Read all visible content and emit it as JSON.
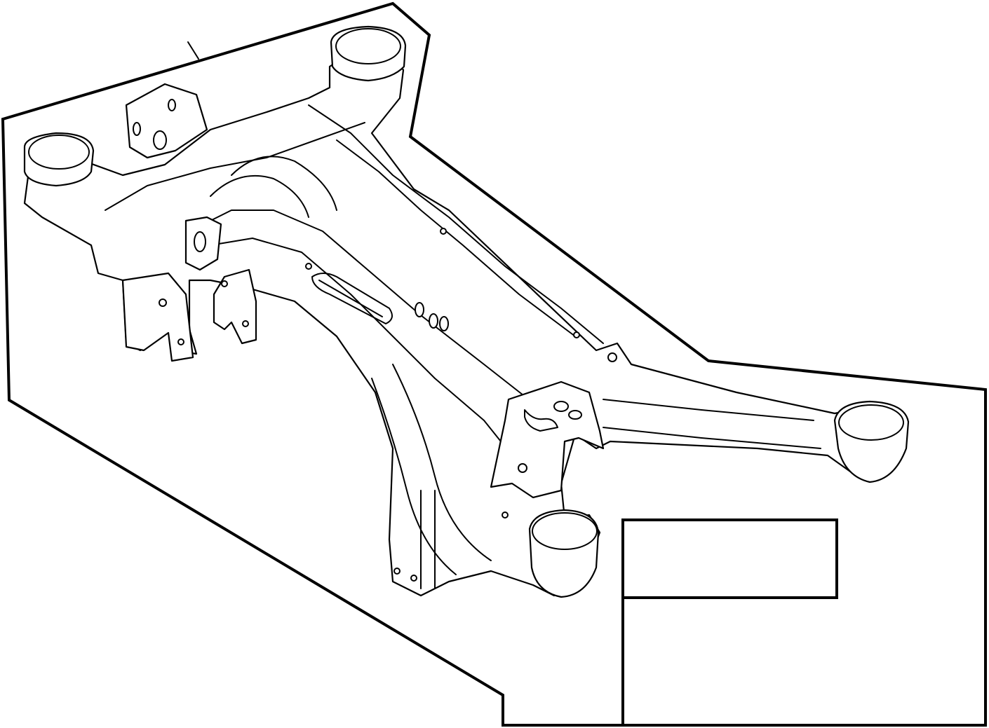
{
  "diagram": {
    "components": [
      {
        "name": "frame-outline"
      },
      {
        "name": "leader-line"
      },
      {
        "name": "subframe-body"
      },
      {
        "name": "front-left-bushing"
      },
      {
        "name": "rear-left-bushing"
      },
      {
        "name": "front-right-bushing"
      },
      {
        "name": "rear-right-bushing"
      },
      {
        "name": "left-mount-bracket"
      },
      {
        "name": "right-mount-bracket"
      }
    ]
  },
  "colors": {
    "stroke": "#000000",
    "background": "#ffffff"
  }
}
